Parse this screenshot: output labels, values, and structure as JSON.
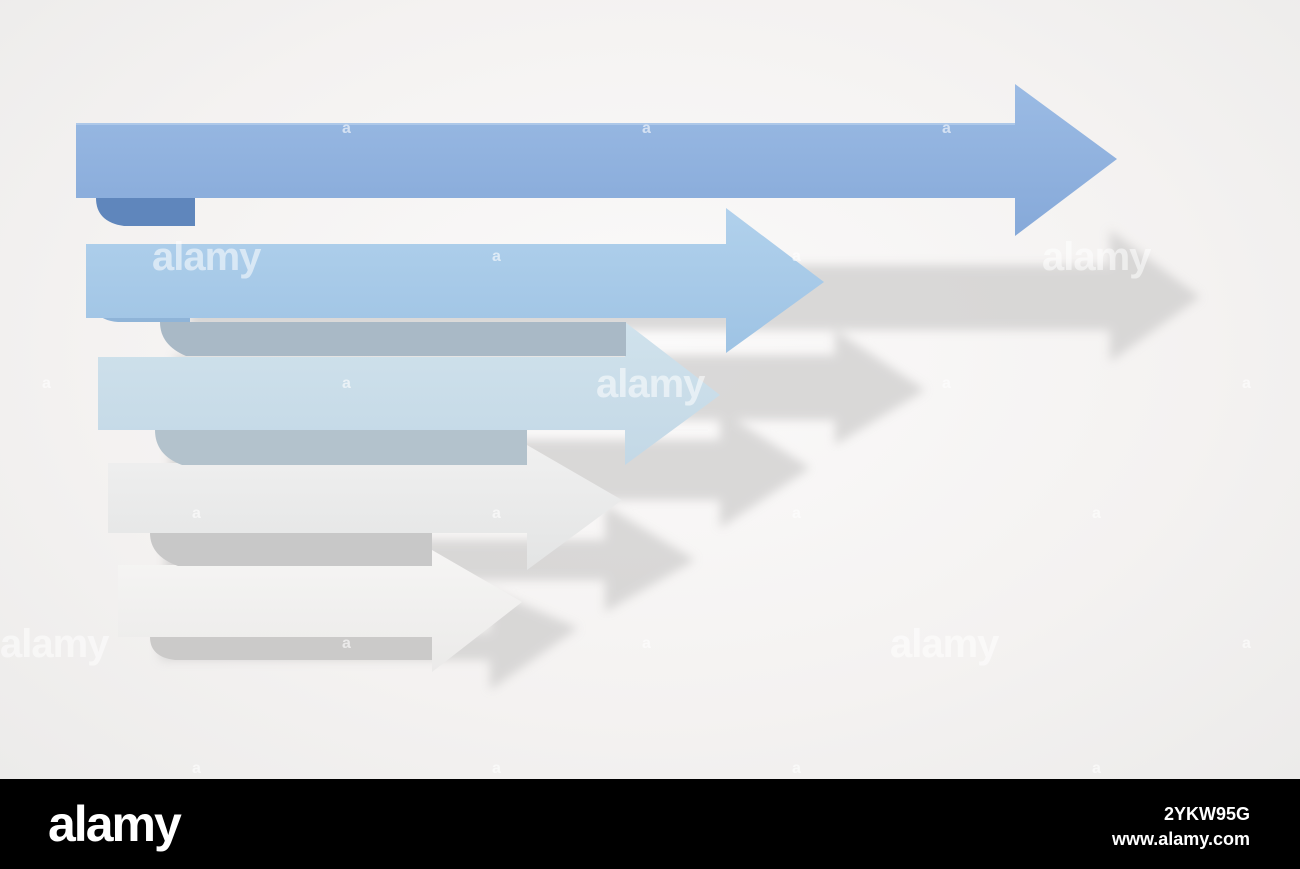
{
  "scene": {
    "background_color": "#f4f2f1",
    "arrow_colors": [
      "#8caedc",
      "#a6c8e6",
      "#c6dbe8",
      "#e8e9e9",
      "#f1f0ef"
    ],
    "shadow_color": "#d7d6d5"
  },
  "watermark": {
    "brand": "alamy",
    "mark": "a"
  },
  "footer": {
    "logo": "alamy",
    "image_id": "2YKW95G",
    "url": "www.alamy.com"
  }
}
